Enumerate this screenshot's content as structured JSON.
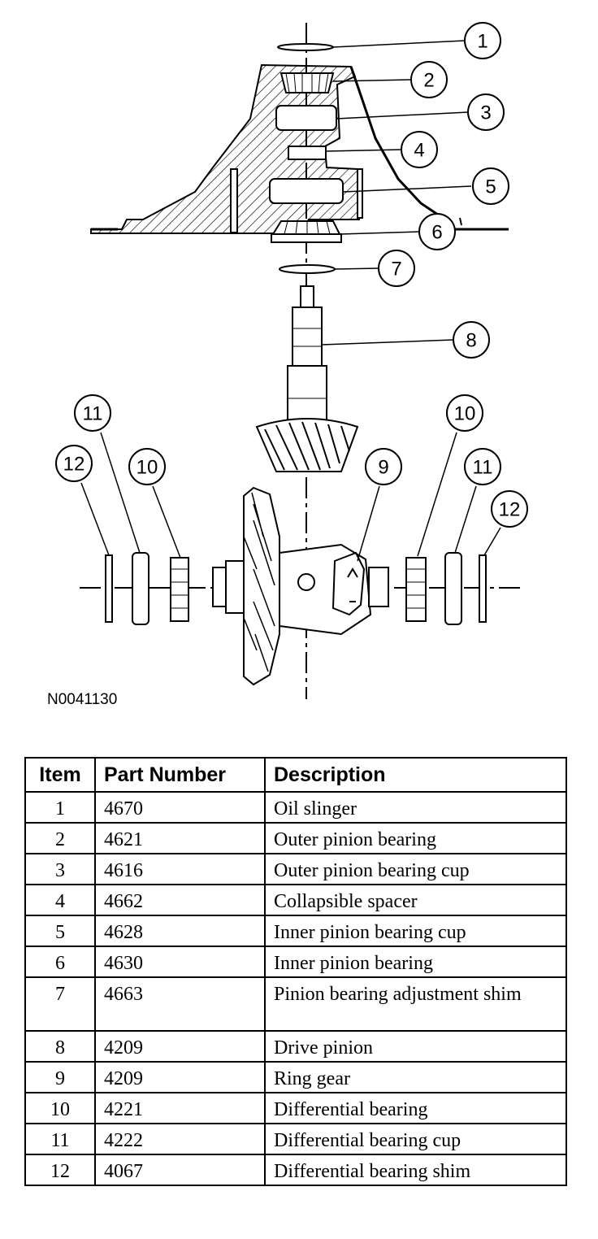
{
  "figure_id": "N0041130",
  "callouts": [
    "1",
    "2",
    "3",
    "4",
    "5",
    "6",
    "7",
    "8",
    "9",
    "10",
    "11",
    "12",
    "10",
    "11",
    "12"
  ],
  "table": {
    "headers": [
      "Item",
      "Part Number",
      "Description"
    ],
    "rows": [
      {
        "item": "1",
        "part": "4670",
        "desc": "Oil slinger"
      },
      {
        "item": "2",
        "part": "4621",
        "desc": "Outer pinion bearing"
      },
      {
        "item": "3",
        "part": "4616",
        "desc": "Outer pinion bearing cup"
      },
      {
        "item": "4",
        "part": "4662",
        "desc": "Collapsible spacer"
      },
      {
        "item": "5",
        "part": "4628",
        "desc": "Inner pinion bearing cup"
      },
      {
        "item": "6",
        "part": "4630",
        "desc": "Inner pinion bearing"
      },
      {
        "item": "7",
        "part": "4663",
        "desc": "Pinion bearing adjustment shim"
      },
      {
        "item": "8",
        "part": "4209",
        "desc": "Drive pinion"
      },
      {
        "item": "9",
        "part": "4209",
        "desc": "Ring gear"
      },
      {
        "item": "10",
        "part": "4221",
        "desc": "Differential bearing"
      },
      {
        "item": "11",
        "part": "4222",
        "desc": "Differential bearing cup"
      },
      {
        "item": "12",
        "part": "4067",
        "desc": "Differential bearing shim"
      }
    ]
  }
}
